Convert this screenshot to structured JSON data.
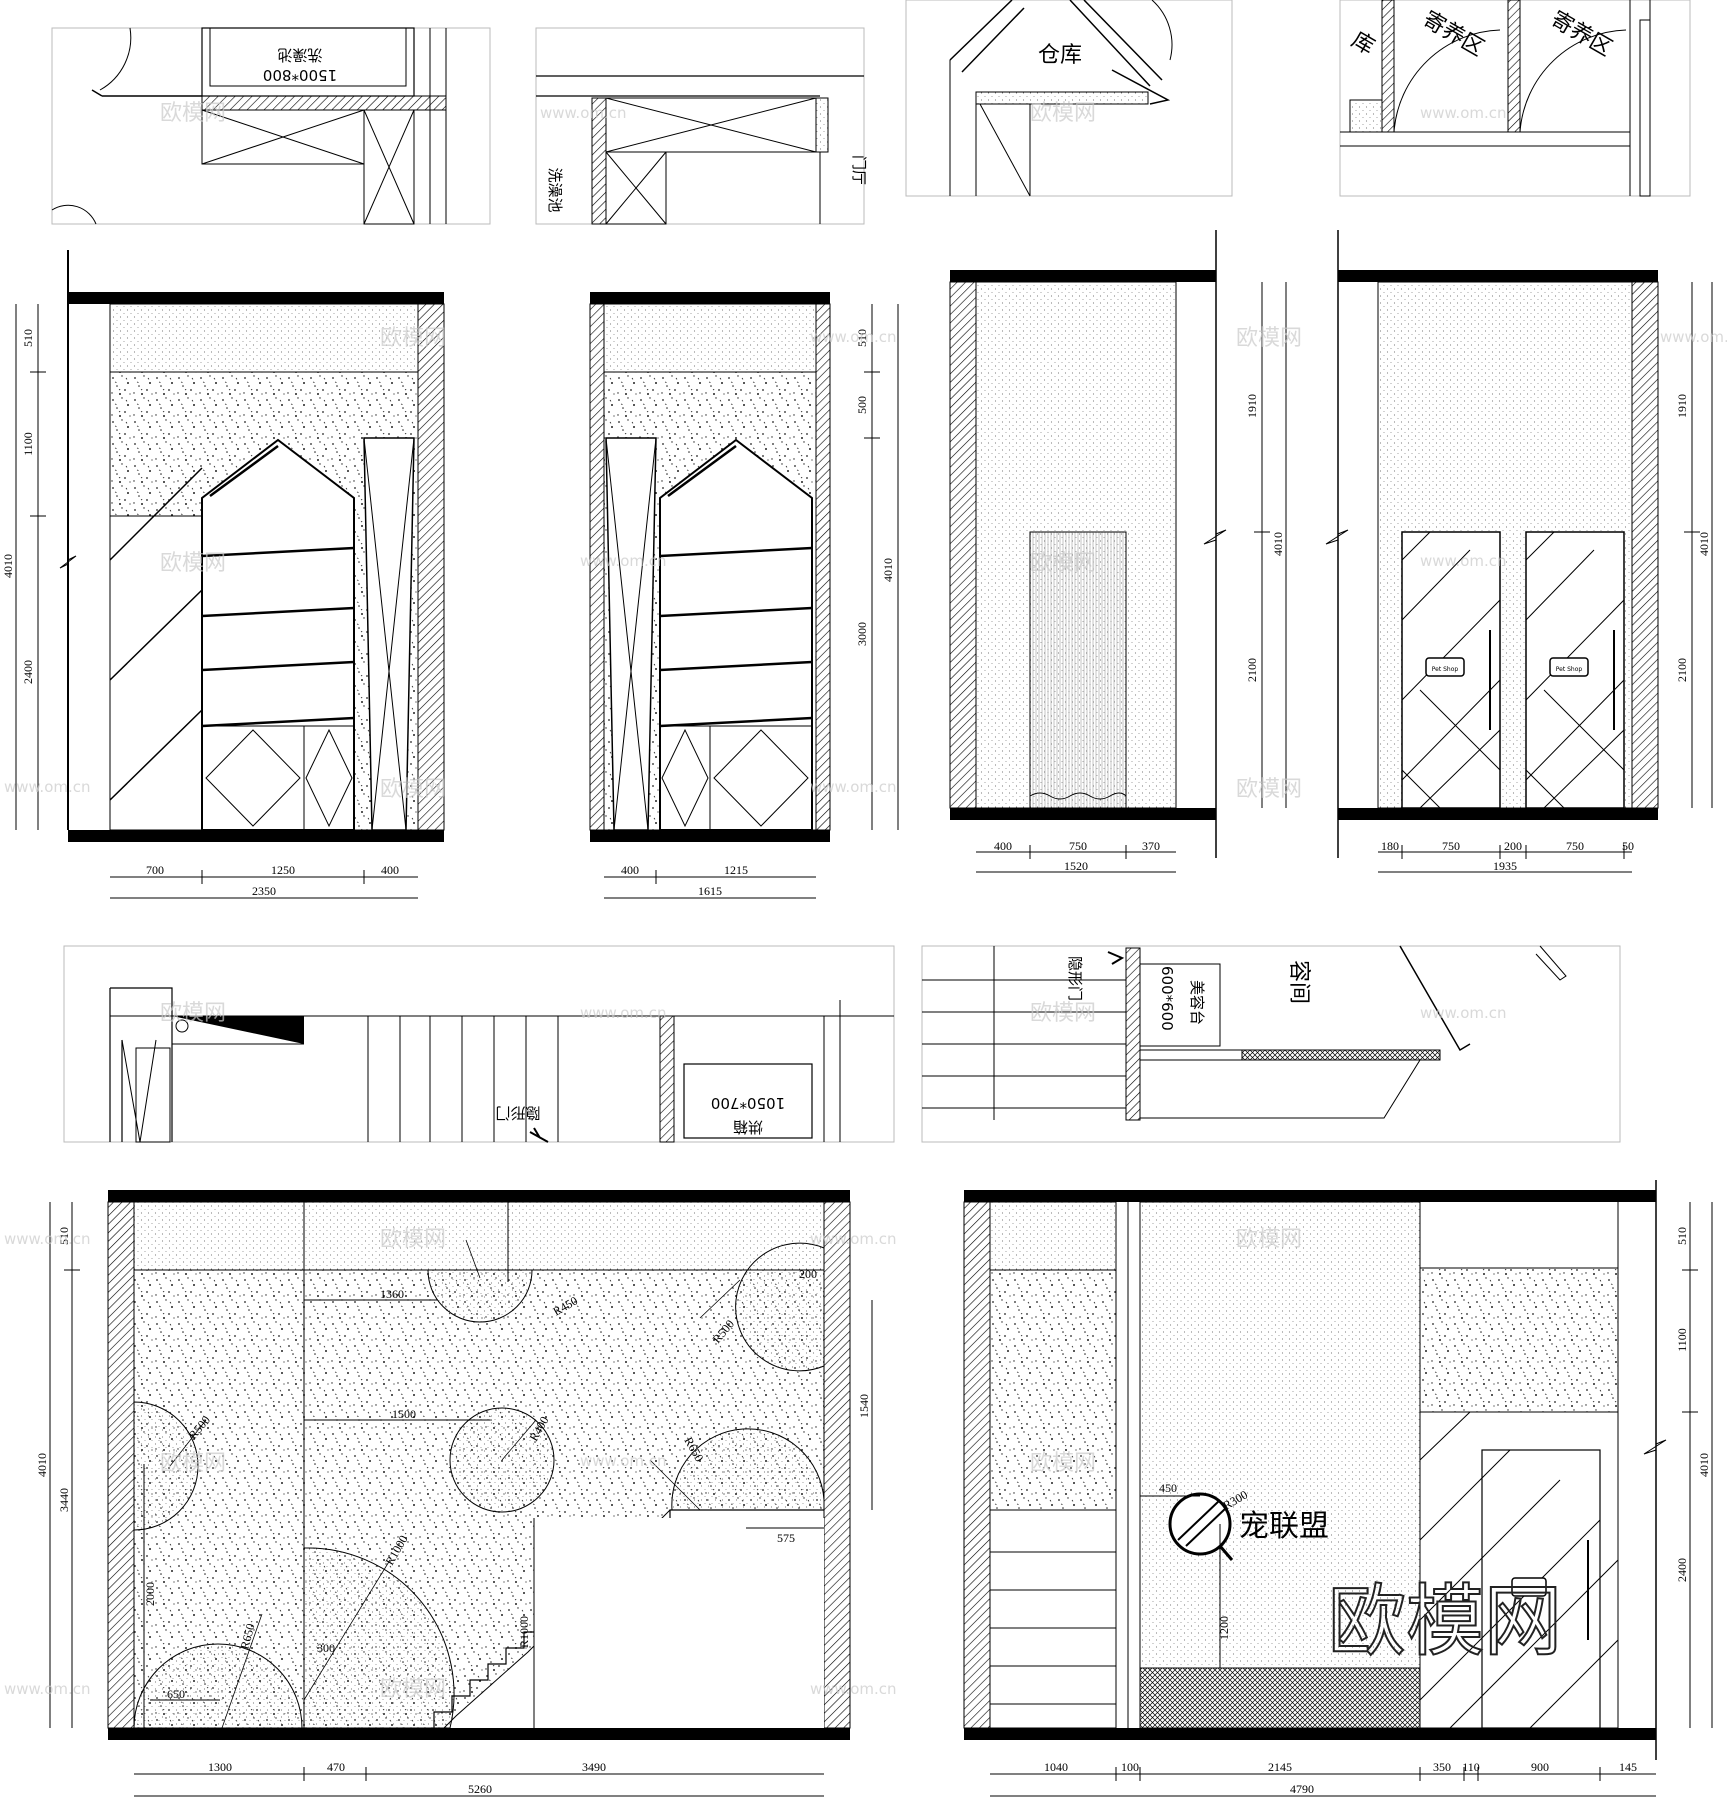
{
  "plans": {
    "p1_sink_label": "洗澡池",
    "p1_sink_size": "1500*800",
    "p2_sink_label": "洗澡池",
    "p2_side_text": "门厅",
    "p3_room": "仓库",
    "p4_room_a": "寄养区",
    "p4_room_b": "寄养区",
    "p4_side": "库",
    "p5_door": "隐形门",
    "p5_cabinet": "烘箱",
    "p5_cabinet_size": "1050*700",
    "p6_door": "隐形门",
    "p6_table": "美容台",
    "p6_table_size": "600*600",
    "p6_room": "容间"
  },
  "elev_a": {
    "v_dims": [
      "510",
      "1100",
      "2400"
    ],
    "v_total": "4010",
    "h_dims": [
      "700",
      "1250",
      "400"
    ],
    "h_total": "2350"
  },
  "elev_b": {
    "v_dims": [
      "510",
      "500",
      "3000"
    ],
    "v_total": "4010",
    "h_dims": [
      "400",
      "1215"
    ],
    "h_total": "1615"
  },
  "elev_c": {
    "v_dims": [
      "1910",
      "2100"
    ],
    "v_total": "4010",
    "h_dims": [
      "400",
      "750",
      "370"
    ],
    "h_total": "1520"
  },
  "elev_d": {
    "v_dims": [
      "1910",
      "2100"
    ],
    "v_total": "4010",
    "h_dims": [
      "180",
      "750",
      "200",
      "750",
      "50"
    ],
    "h_total": "1935",
    "door_sign": "Pet Shop"
  },
  "elev_e": {
    "v_dims": [
      "510",
      "3440"
    ],
    "v_total": "4010",
    "left_inner": "2000",
    "right_dim": "1540",
    "h_dims": [
      "1300",
      "470",
      "3490"
    ],
    "h_total": "5260",
    "annotations": [
      "1360",
      "1500",
      "575",
      "200",
      "300",
      "650",
      "R450",
      "R500",
      "R500",
      "R400",
      "R1000",
      "R650",
      "R650",
      "R1000"
    ]
  },
  "elev_f": {
    "v_dims": [
      "510",
      "1100",
      "2400"
    ],
    "v_total": "4010",
    "h_dims": [
      "1040",
      "100",
      "2145",
      "350",
      "110",
      "900",
      "145"
    ],
    "h_total": "4790",
    "brand": "宠联盟",
    "logo_dims": [
      "450",
      "1200",
      "R300"
    ]
  },
  "watermark": {
    "text": "欧模网",
    "url": "www.om.cn",
    "big": "欧模网"
  }
}
